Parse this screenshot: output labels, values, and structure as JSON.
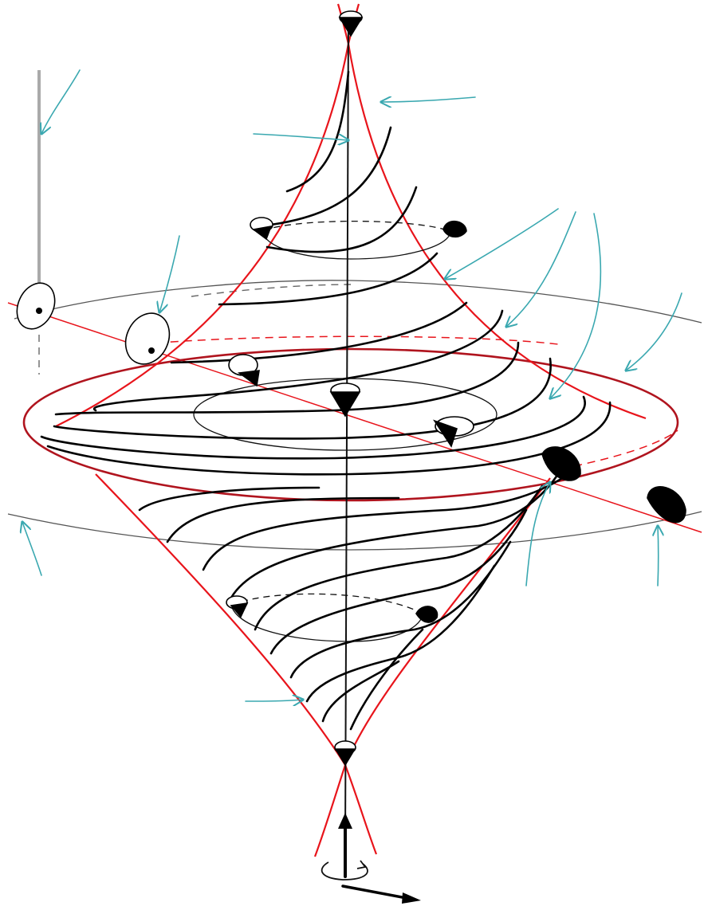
{
  "diagram": {
    "colors": {
      "separatrix": "#e8141b",
      "inner_circle": "#b0141e",
      "trajectory": "#000000",
      "flow_arrow": "#3aa8b0",
      "vertical_line": "#aaaaaa"
    },
    "elements": [
      "upper-cone-surface",
      "lower-cone-surface",
      "central-vertical-axis",
      "red-equator-ring",
      "outer-horizontal-circles",
      "inclined-red-line",
      "light-cones",
      "teal-flow-arrows",
      "rotation-symbol"
    ]
  }
}
